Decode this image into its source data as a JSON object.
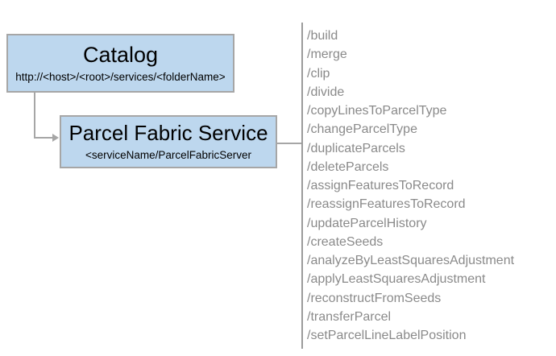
{
  "colors": {
    "box_fill": "#BDD7EE",
    "box_border": "#A6A6A6",
    "connector": "#A6A6A6",
    "divider": "#9B9B9B",
    "list_text": "#8A8A8A",
    "title_text": "#000000"
  },
  "catalog": {
    "title": "Catalog",
    "subtitle": "http://<host>/<root>/services/<folderName>"
  },
  "service": {
    "title": "Parcel Fabric Service",
    "subtitle": "<serviceName/ParcelFabricServer"
  },
  "operations": [
    "/build",
    "/merge",
    "/clip",
    "/divide",
    "/copyLinesToParcelType",
    "/changeParcelType",
    "/duplicateParcels",
    "/deleteParcels",
    "/assignFeaturesToRecord",
    "/reassignFeaturesToRecord",
    "/updateParcelHistory",
    "/createSeeds",
    "/analyzeByLeastSquaresAdjustment",
    "/applyLeastSquaresAdjustment",
    "/reconstructFromSeeds",
    "/transferParcel",
    "/setParcelLineLabelPosition"
  ]
}
